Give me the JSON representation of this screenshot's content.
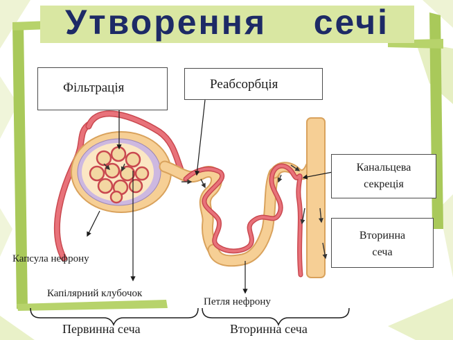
{
  "title": "Утворення    сечі",
  "labels": {
    "filtration": "Фільтрація",
    "reabsorption": "Реабсорбція",
    "tubular_secretion_line1": "Канальцева",
    "tubular_secretion_line2": "секреція",
    "secondary_urine_line1": "Вторинна",
    "secondary_urine_line2": "сеча",
    "nephron_capsule": "Капсула нефрону",
    "capillary_glomerulus": "Капілярний клубочок",
    "nephron_loop": "Петля нефрону",
    "primary_urine_bottom": "Первинна сеча",
    "secondary_urine_bottom": "Вторинна сеча"
  },
  "colors": {
    "title_text": "#1d2a66",
    "title_band": "#d9e7a2",
    "frame_green": "#a9c95a",
    "tubule_fill": "#f6cf95",
    "tubule_edge": "#d9a25c",
    "vessel": "#e8727a",
    "vessel_edge": "#c9484f",
    "glomerulus_fill": "#f3d7a2",
    "capsule_inner": "#cdb8e0"
  }
}
